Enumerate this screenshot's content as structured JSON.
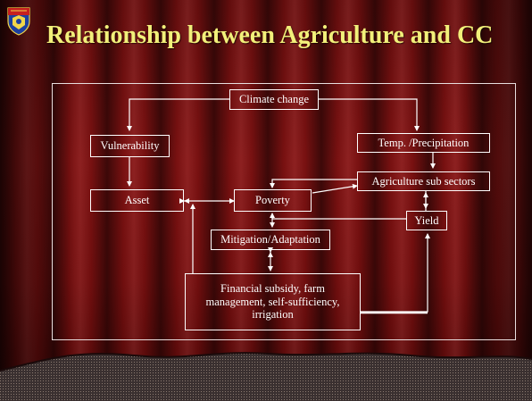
{
  "slide": {
    "title": "Relationship between Agriculture and CC",
    "logo_icon": "university-crest-icon"
  },
  "diagram": {
    "nodes": {
      "climate_change": "Climate change",
      "vulnerability": "Vulnerability",
      "temp_precip": "Temp. /Precipitation",
      "agriculture_sub_sectors": "Agriculture sub sectors",
      "asset": "Asset",
      "poverty": "Poverty",
      "yield": "Yield",
      "mitigation_adaptation": "Mitigation/Adaptation",
      "financial_subsidy": "Financial subsidy, farm management, self-sufficiency, irrigation"
    }
  },
  "colors": {
    "title": "#f2f07a",
    "background": "#7c1010",
    "lines": "#ffffff"
  }
}
